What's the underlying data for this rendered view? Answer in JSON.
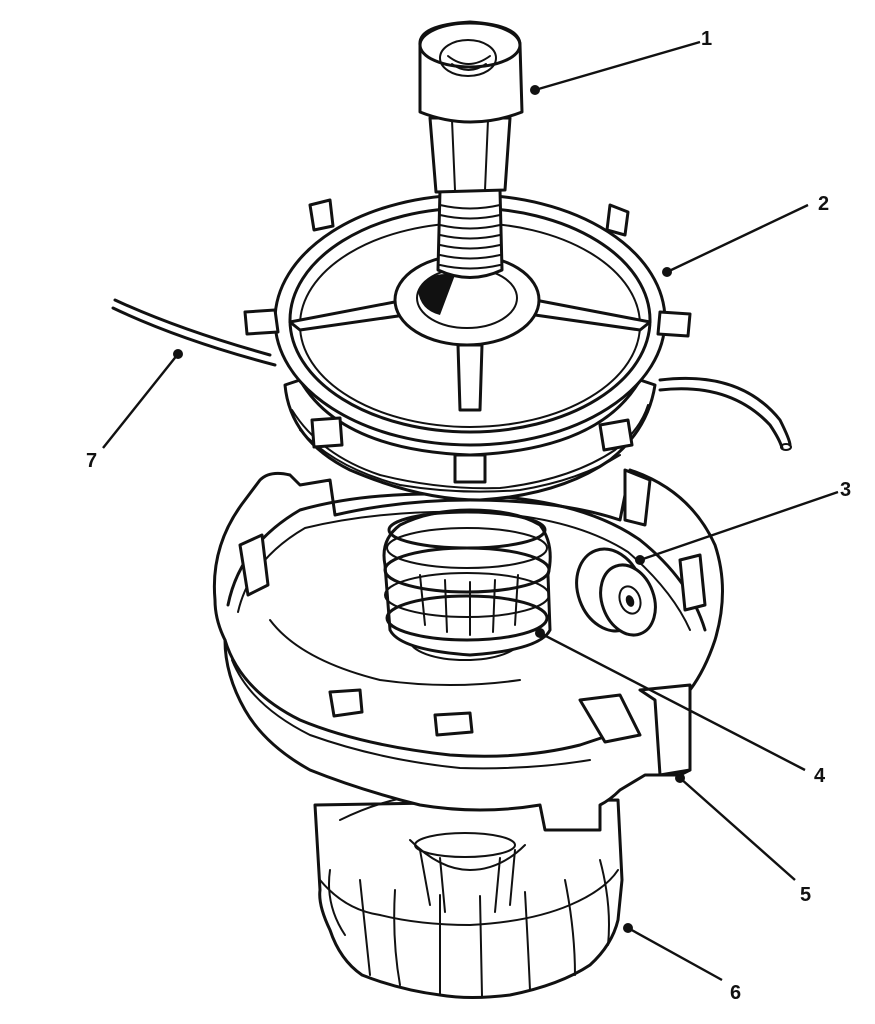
{
  "callouts": [
    {
      "id": "1",
      "label": "1",
      "part": "bolt"
    },
    {
      "id": "2",
      "label": "2",
      "part": "spool-cap"
    },
    {
      "id": "3",
      "label": "3",
      "part": "eyelet"
    },
    {
      "id": "4",
      "label": "4",
      "part": "spring"
    },
    {
      "id": "5",
      "label": "5",
      "part": "housing"
    },
    {
      "id": "6",
      "label": "6",
      "part": "knob"
    },
    {
      "id": "7",
      "label": "7",
      "part": "trimmer-line"
    }
  ]
}
